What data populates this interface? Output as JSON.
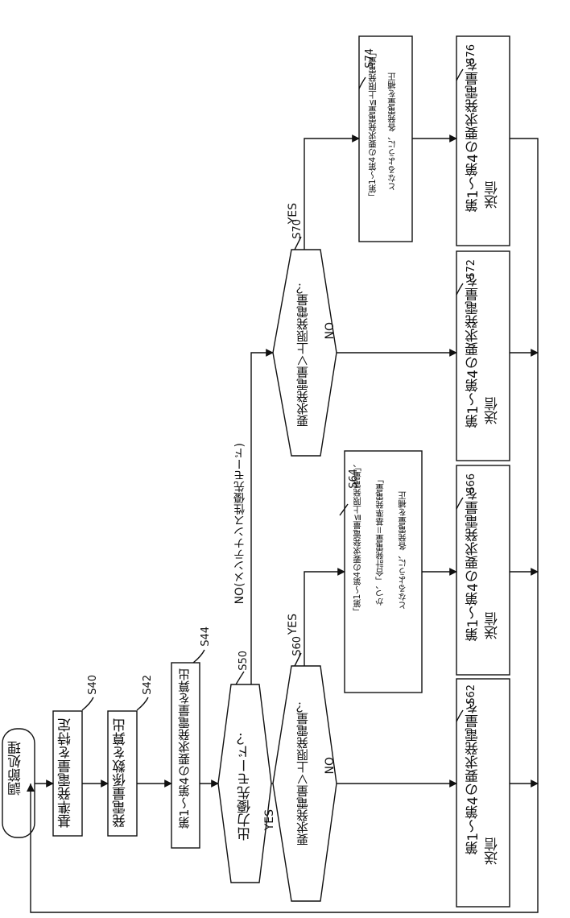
{
  "start": "調節処理",
  "steps": {
    "s40": {
      "label": "S40",
      "text": "基準発電量を特定"
    },
    "s42": {
      "label": "S42",
      "text": "発電量係数を算出"
    },
    "s44": {
      "label": "S44",
      "text": "第1～第4の要求発電量を算出"
    },
    "s50": {
      "label": "S50",
      "text": "出力優先モード？"
    },
    "s60": {
      "label": "S60",
      "text": "要求発電量＞上限発電量？"
    },
    "s62": {
      "label": "S62",
      "lines": [
        "第1～第4の要求発電量を",
        "送信"
      ]
    },
    "s64": {
      "label": "S64",
      "lines": [
        "「第1～第4の要求発電量≦上限発電量」、",
        "かつ、「合計発電量＝基準発電量」",
        "となるように、各発電量を補正"
      ]
    },
    "s66": {
      "label": "S66",
      "lines": [
        "第1～第4の要求発電量を",
        "送信"
      ]
    },
    "s70": {
      "label": "S70",
      "text": "要求発電量＞上限発電量？"
    },
    "s72": {
      "label": "S72",
      "lines": [
        "第1～第4の要求発電量を",
        "送信"
      ]
    },
    "s74": {
      "label": "S74",
      "lines": [
        "「第1～第4の要求発電量≦上限発電量」",
        "となるように、各発電量を補正"
      ]
    },
    "s76": {
      "label": "S76",
      "lines": [
        "第1～第4の要求発電量を",
        "送信"
      ]
    }
  },
  "branches": {
    "s50_yes": "YES",
    "s50_no": "NO(メンテナンス性優先モード)",
    "s60_yes": "YES",
    "s60_no": "NO",
    "s70_yes": "YES",
    "s70_no": "NO"
  }
}
